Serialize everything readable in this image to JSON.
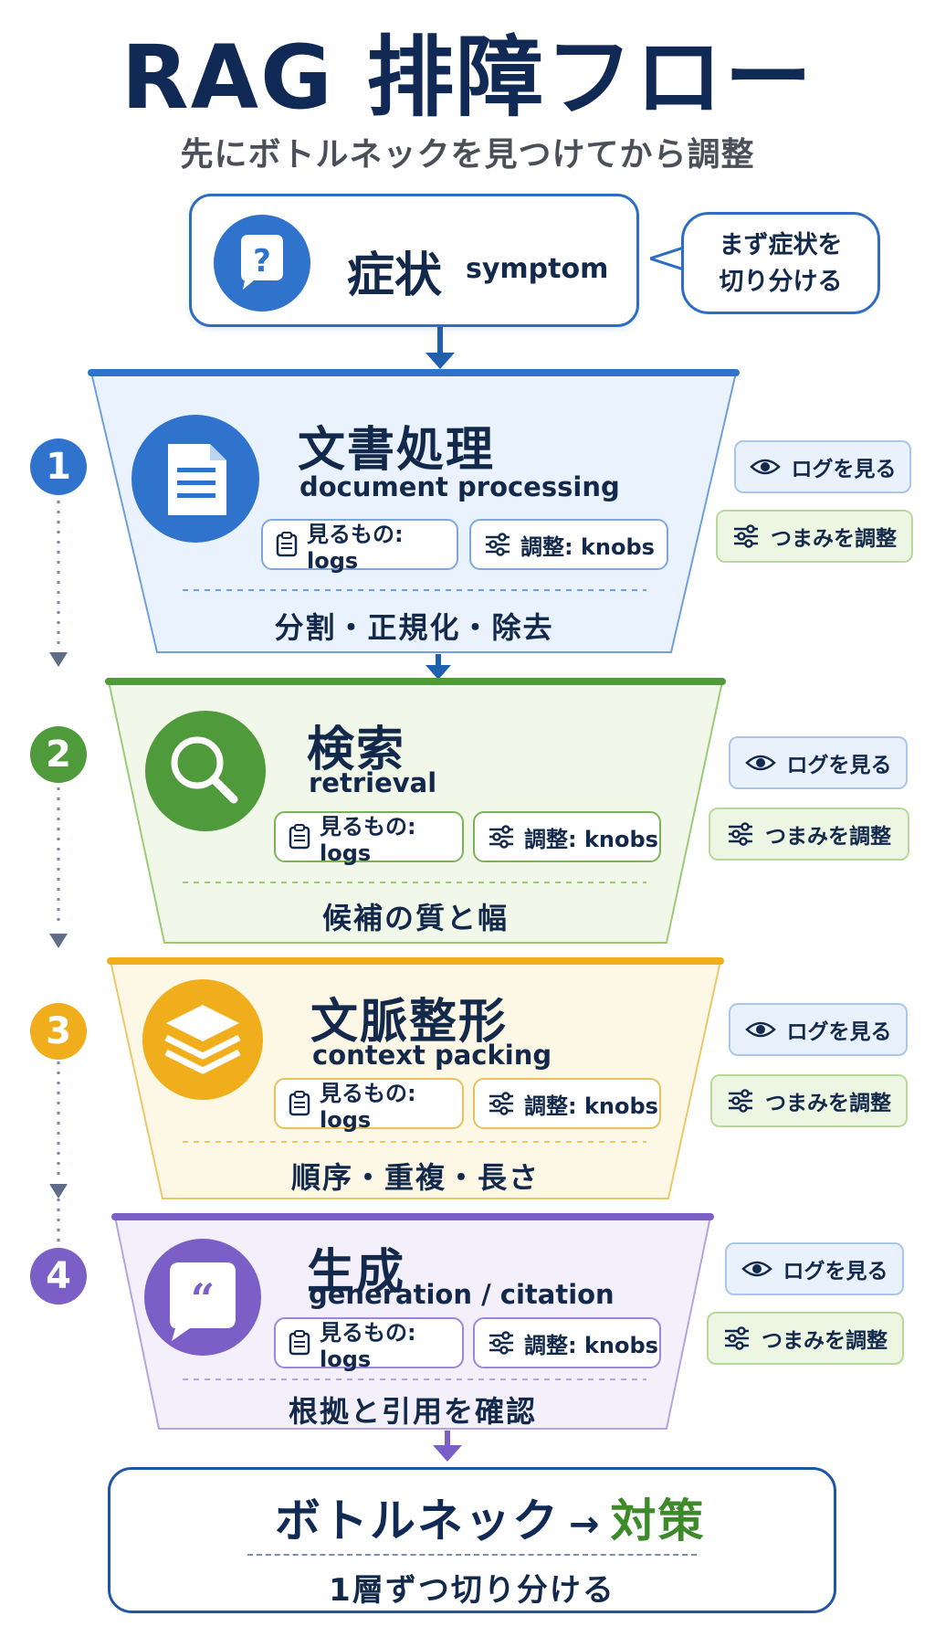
{
  "title": "RAG 排障フロー",
  "subtitle": "先にボトルネックを見つけてから調整",
  "symptom": {
    "label": "症状",
    "sub": "symptom"
  },
  "bubble": {
    "line1": "まず症状を",
    "line2": "切り分ける"
  },
  "chip_logs": "見るもの: logs",
  "chip_knobs": "調整: knobs",
  "side_log": "ログを見る",
  "side_knob": "つまみを調整",
  "stages": [
    {
      "num": "1",
      "title": "文書処理",
      "en": "document processing",
      "footer": "分割・正規化・除去",
      "color": "#2f73cc",
      "icon": "document-icon"
    },
    {
      "num": "2",
      "title": "検索",
      "en": "retrieval",
      "footer": "候補の質と幅",
      "color": "#4f9a3a",
      "icon": "magnifier-icon"
    },
    {
      "num": "3",
      "title": "文脈整形",
      "en": "context packing",
      "footer": "順序・重複・長さ",
      "color": "#f0ad1c",
      "icon": "layers-icon"
    },
    {
      "num": "4",
      "title": "生成",
      "en": "generation / citation",
      "footer": "根拠と引用を確認",
      "color": "#7b5ec6",
      "icon": "quote-icon"
    }
  ],
  "result": {
    "main_a": "ボトルネック",
    "arrow": "→",
    "main_b": "対策",
    "sub": "1層ずつ切り分ける"
  },
  "colors": {
    "navy": "#102a55",
    "blue": "#2f73cc",
    "green": "#4f9a3a",
    "yellow": "#f0ad1c",
    "purple": "#7b5ec6"
  }
}
